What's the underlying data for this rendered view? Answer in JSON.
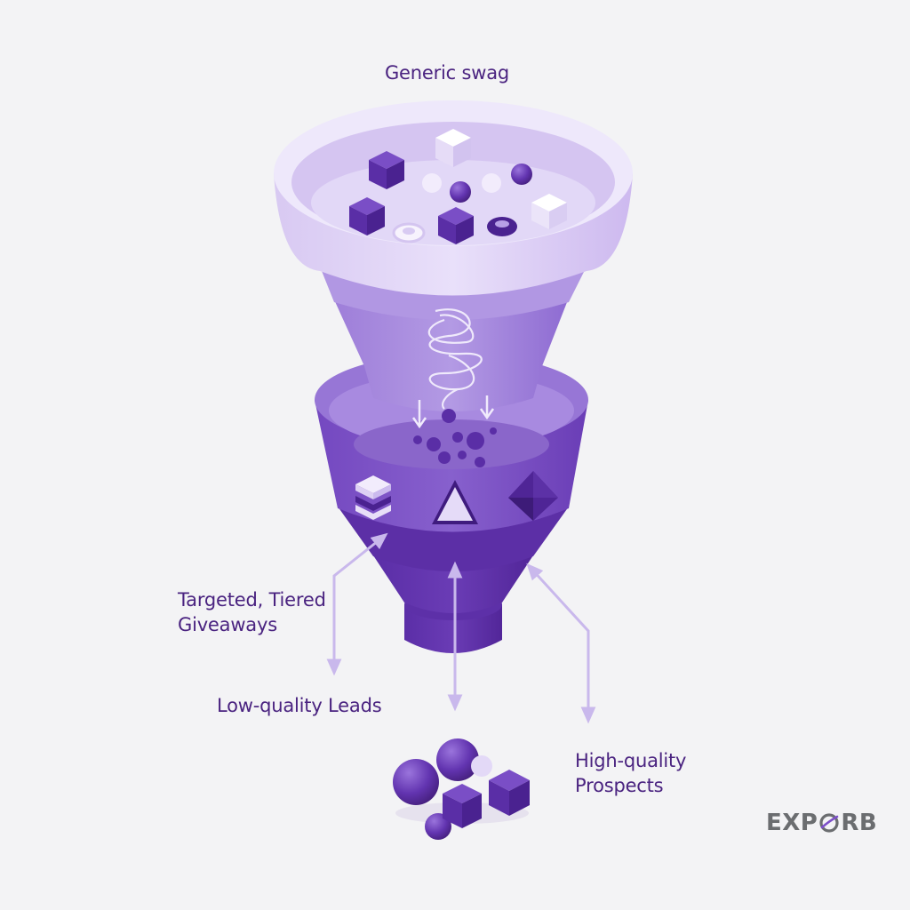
{
  "labels": {
    "top": "Generic swag",
    "targeted": [
      "Targeted, Tiered",
      "Giveaways"
    ],
    "low_quality": "Low-quality Leads",
    "high_quality": [
      "High-quality",
      "Prospects"
    ]
  },
  "logo": {
    "text_start": "EXP",
    "text_end": "RB"
  },
  "colors": {
    "background": "#f3f3f5",
    "light_purple": "#d9ccf2",
    "mid_purple": "#8a63cf",
    "dark_purple": "#5a2ea6",
    "label_text": "#4a2380",
    "arrow": "#c9b8ec"
  }
}
